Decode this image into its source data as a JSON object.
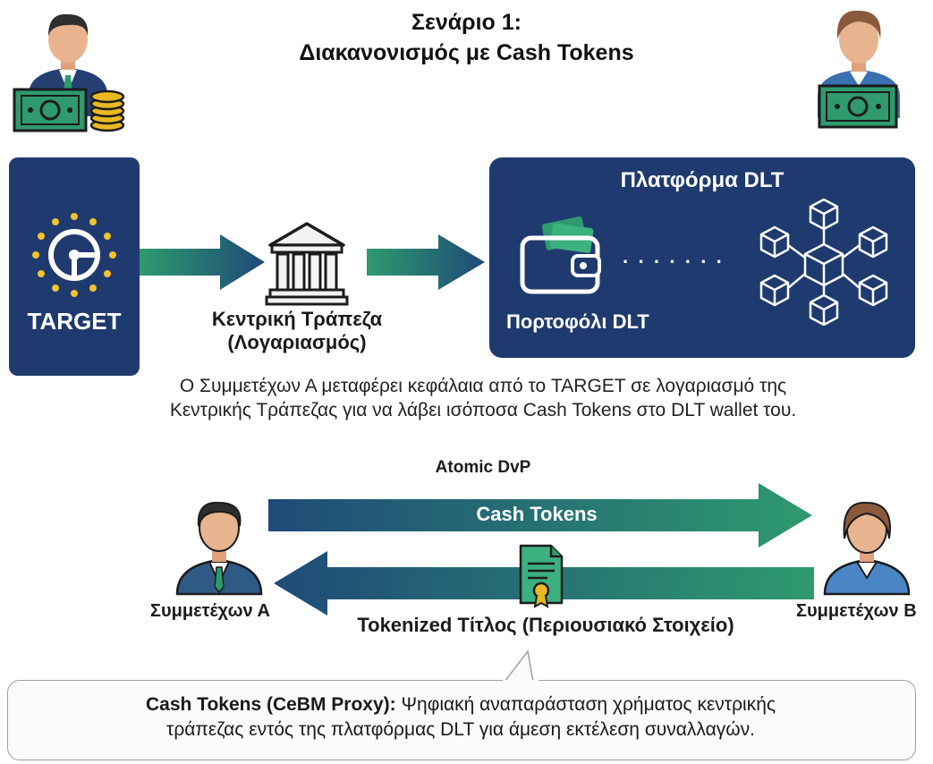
{
  "header": {
    "title_line1": "Σενάριο 1:",
    "title_line2": "Διακανονισμός με Cash Tokens"
  },
  "target": {
    "label": "TARGET"
  },
  "bank": {
    "label_line1": "Κεντρική Τράπεζα",
    "label_line2": "(Λογαριασμός)"
  },
  "dlt": {
    "title": "Πλατφόρμα DLT",
    "wallet_label": "Πορτοφόλι DLT",
    "dots": "· · · · · · ·"
  },
  "description": {
    "line1": "Ο Συμμετέχων Α μεταφέρει κεφάλαια από το TARGET σε λογαριασμό της",
    "line2": "Κεντρικής Τράπεζας για να λάβει ισόποσα Cash Tokens στο DLT wallet του."
  },
  "dvp": {
    "title": "Atomic DvP",
    "cash_tokens": "Cash Tokens",
    "tokenized": "Tokenized Τίτλος (Περιουσιακό Στοιχείο)",
    "party_a": "Συμμετέχων Α",
    "party_b": "Συμμετέχων Β"
  },
  "note": {
    "bold": "Cash Tokens (CeBM Proxy):",
    "text1": " Ψηφιακή αναπαράσταση χρήματος κεντρικής",
    "text2": "τράπεζας εντός της πλατφόρμας DLT για άμεση εκτέλεση συναλλαγών."
  },
  "colors": {
    "navy": "#1f3a6e",
    "green": "#2e9a6e",
    "gold": "#e8b923"
  }
}
